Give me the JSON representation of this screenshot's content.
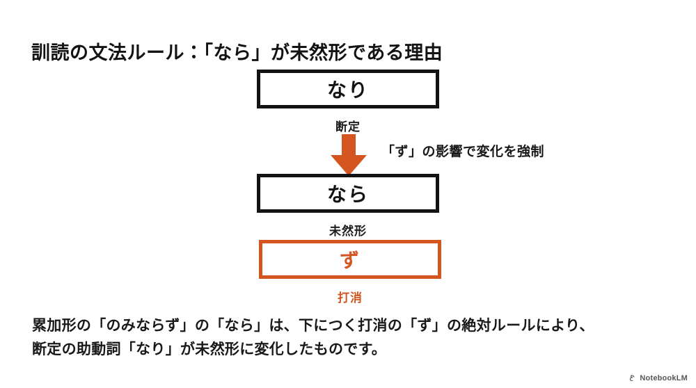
{
  "slide": {
    "title": "訓読の文法ルール：「なら」が未然形である理由",
    "background_color": "#FFFFFF",
    "accent_color": "#D4551F",
    "text_color": "#17191B"
  },
  "diagram": {
    "type": "flowchart",
    "nodes": [
      {
        "id": "node-nari",
        "text": "なり",
        "caption": "断定",
        "style": "black-outline",
        "border_color": "#111315",
        "text_color": "#111315"
      },
      {
        "id": "node-nara",
        "text": "なら",
        "caption": "未然形",
        "style": "black-outline",
        "border_color": "#111315",
        "text_color": "#111315"
      },
      {
        "id": "node-zu",
        "text": "ず",
        "caption": "打消",
        "style": "orange-outline",
        "border_color": "#D4551F",
        "text_color": "#D4551F"
      }
    ],
    "arrow": {
      "direction": "down",
      "color": "#D4551F",
      "from": "node-nari",
      "to": "node-nara",
      "label": "「ず」の影響で変化を強制"
    }
  },
  "summary": {
    "line1": "累加形の「のみならず」の「なら」は、下につく打消の「ず」の絶対ルールにより、",
    "line2": "断定の助動詞「なり」が未然形に変化したものです。"
  },
  "watermark": {
    "icon": "notebooklm-logo-icon",
    "label": "NotebookLM"
  }
}
